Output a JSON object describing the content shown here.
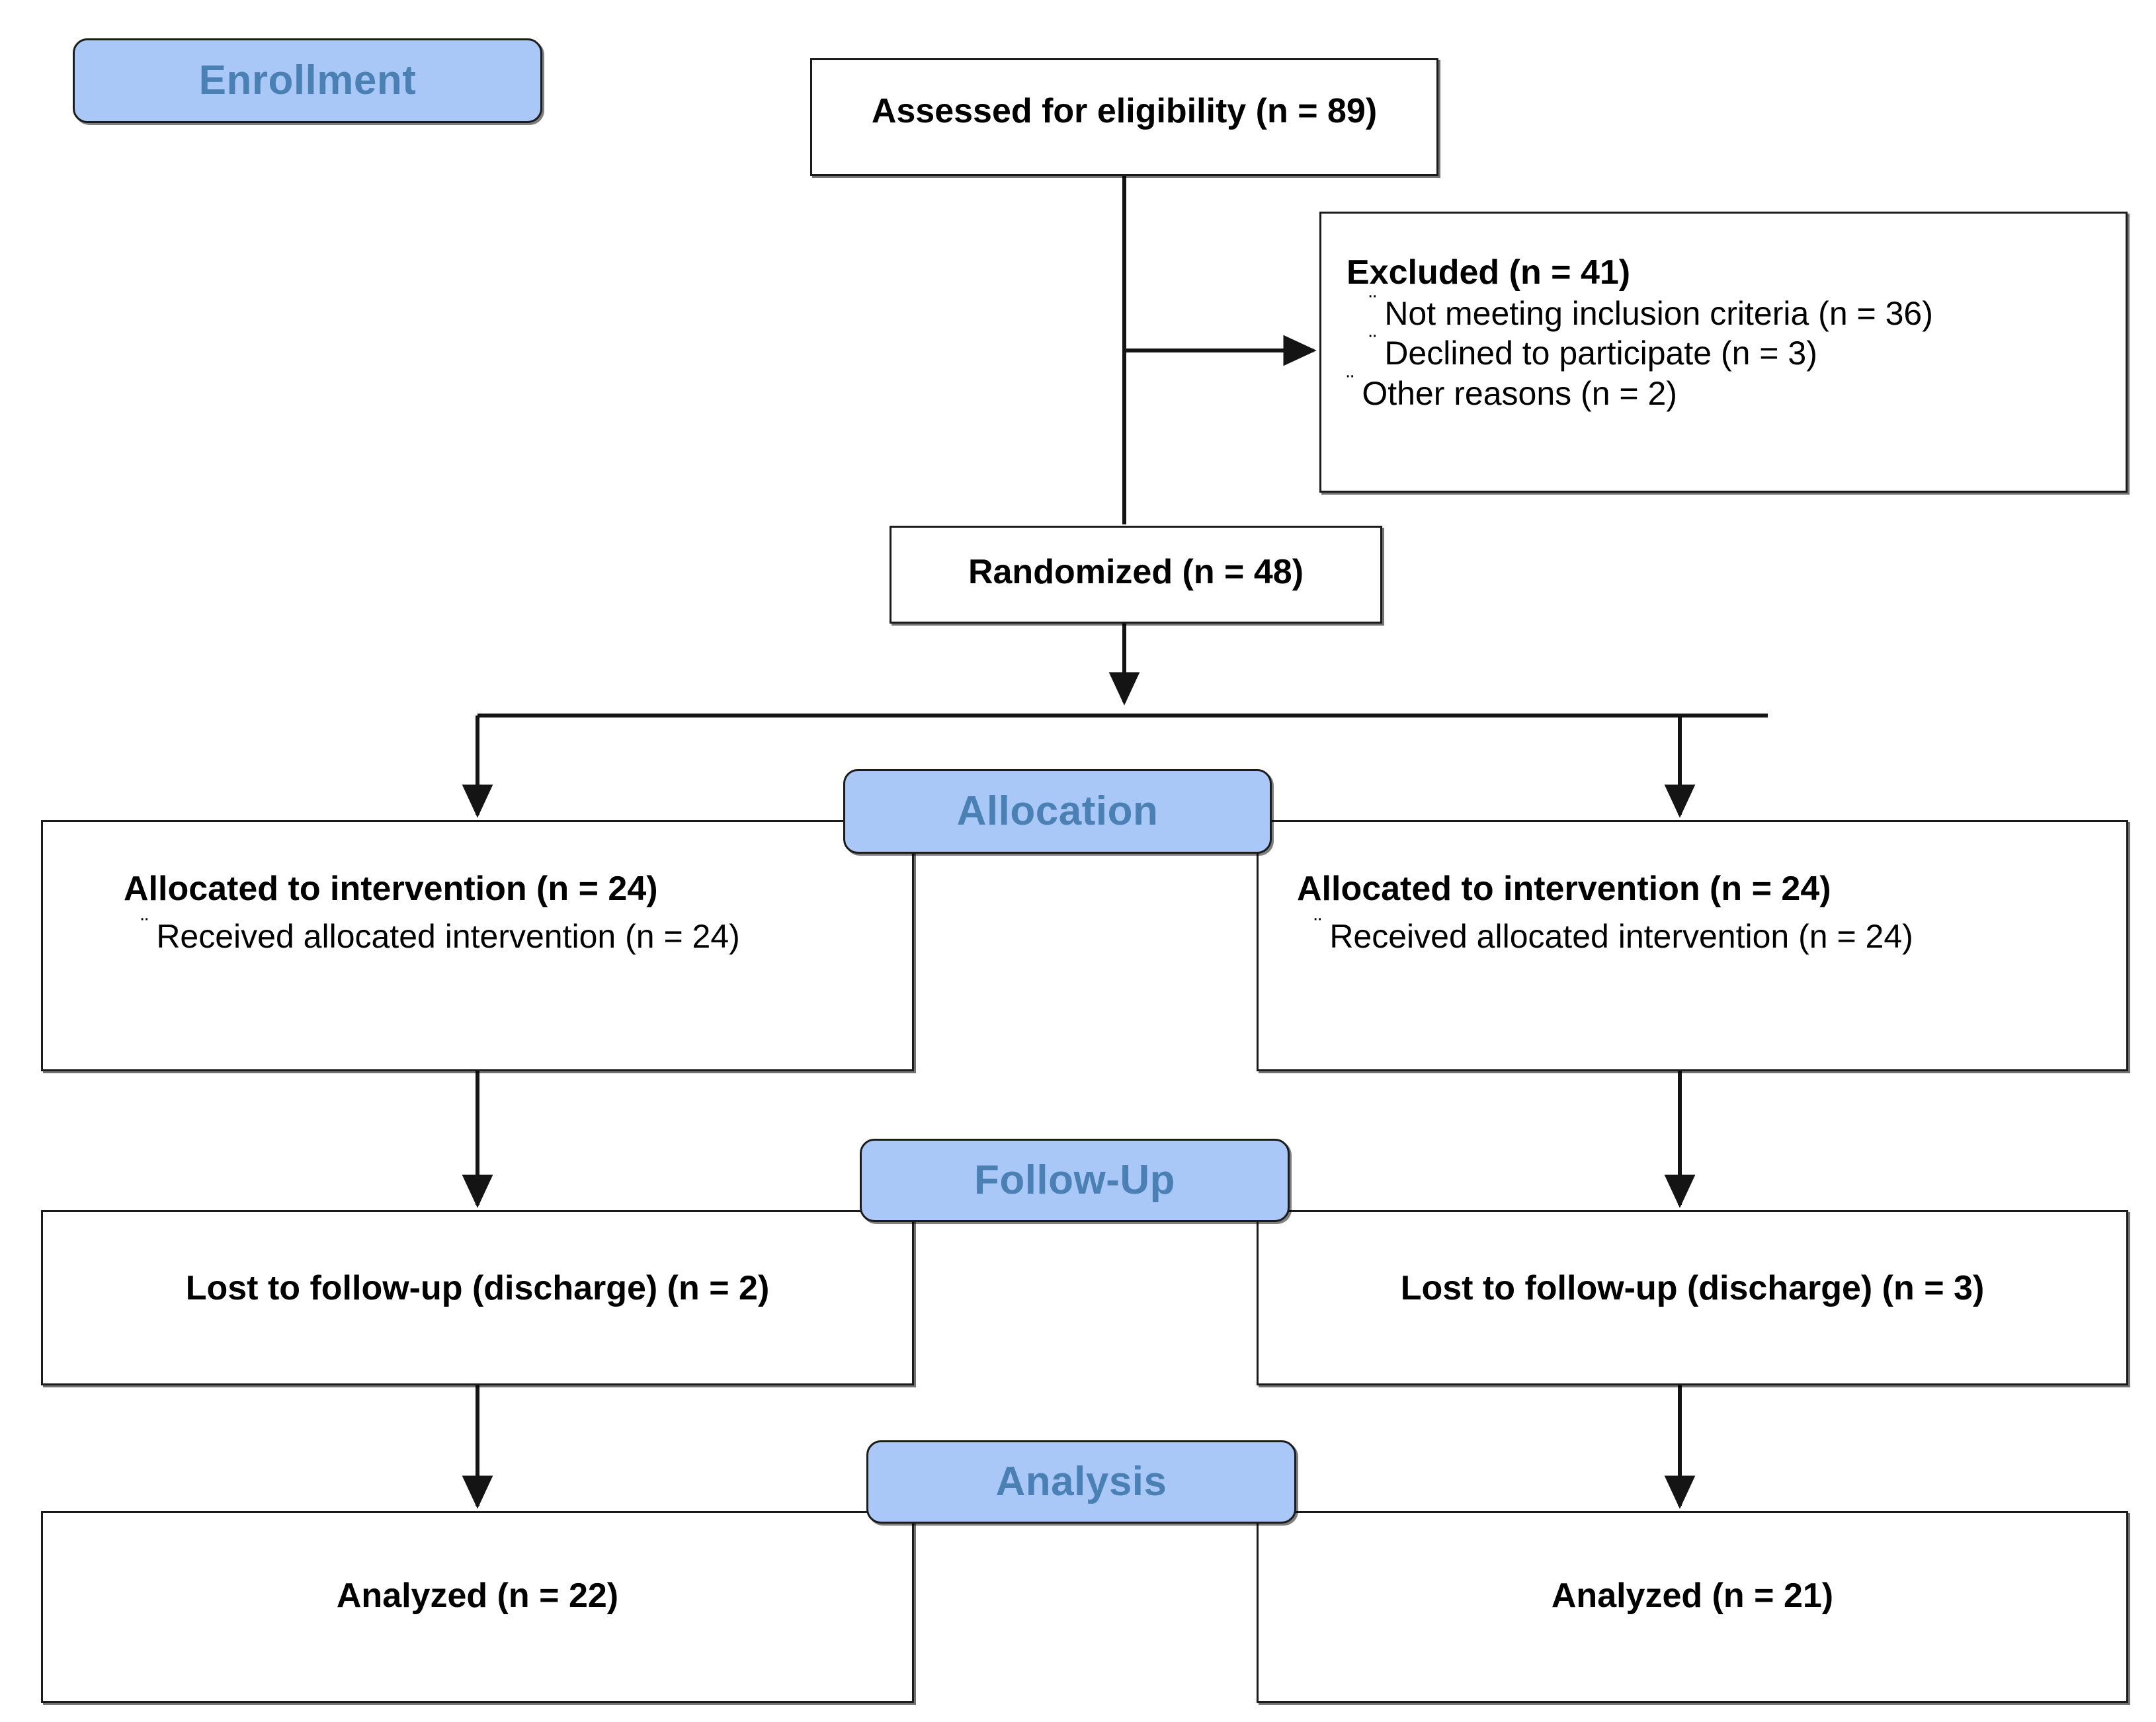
{
  "diagram": {
    "title": "CONSORT participant flow diagram",
    "colors": {
      "pill_fill": "#A9C8F7",
      "pill_text": "#4B80B4",
      "box_border": "#1b1b1b",
      "box_fill": "#ffffff",
      "body_text": "#000000"
    }
  },
  "stages": {
    "enrollment": "Enrollment",
    "allocation": "Allocation",
    "followup": "Follow-Up",
    "analysis": "Analysis"
  },
  "bullet_glyph": "¨",
  "nodes": {
    "assessed": {
      "label": "Assessed for eligibility (n = 89)",
      "n": 89
    },
    "excluded": {
      "heading": "Excluded (n = 41)",
      "n": 41,
      "reasons": [
        {
          "label": "Not meeting inclusion criteria (n = 36)",
          "n": 36,
          "indented": true
        },
        {
          "label": "Declined to participate (n = 3)",
          "n": 3,
          "indented": true
        },
        {
          "label": "Other reasons (n = 2)",
          "n": 2,
          "indented": false
        }
      ]
    },
    "randomized": {
      "label": "Randomized (n = 48)",
      "n": 48
    },
    "allocation_left": {
      "heading": "Allocated to intervention (n = 24)",
      "n": 24,
      "detail": "Received allocated intervention (n = 24)",
      "detail_n": 24
    },
    "allocation_right": {
      "heading": "Allocated to intervention (n = 24)",
      "n": 24,
      "detail": "Received allocated intervention (n = 24)",
      "detail_n": 24
    },
    "followup_left": {
      "label": "Lost to follow-up (discharge) (n = 2)",
      "n": 2
    },
    "followup_right": {
      "label": "Lost to follow-up (discharge) (n = 3)",
      "n": 3
    },
    "analysis_left": {
      "label": "Analyzed (n = 22)",
      "n": 22
    },
    "analysis_right": {
      "label": "Analyzed (n = 21)",
      "n": 21
    }
  }
}
